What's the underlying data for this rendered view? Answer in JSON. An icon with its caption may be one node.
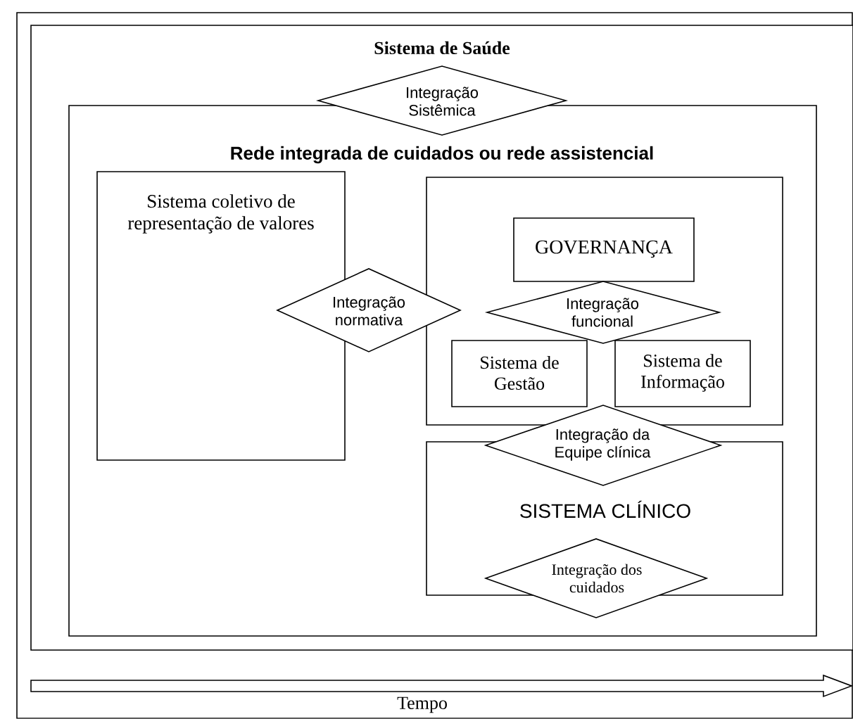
{
  "diagram": {
    "nodes": [
      {
        "text": [
          "Sistema de Saúde"
        ]
      },
      {
        "text": [
          "Integração Sistêmica"
        ],
        "in": 0
      },
      {
        "text": [
          "Rede integrada de cuidados ou rede assistencial"
        ],
        "in": 0
      },
      {
        "text": [
          "Sistema coletivo de representação de valores"
        ],
        "in": 2
      },
      {
        "text": [
          "Integração normativa"
        ],
        "in": 2
      },
      {
        "text": [],
        "shape": "box",
        "in": 2
      },
      {
        "text": [
          "GOVERNANÇA"
        ],
        "in": 5
      },
      {
        "text": [
          "Integração funcional"
        ],
        "in": 5
      },
      {
        "text": [
          "Sistema de Gestão"
        ],
        "in": 5
      },
      {
        "text": [
          "Sistema de Informação"
        ],
        "in": 5
      },
      {
        "text": [
          "Integração da Equipe clínica"
        ],
        "in": 2
      },
      {
        "text": [
          "SISTEMA CLÍNICO"
        ],
        "in": 2
      },
      {
        "text": [
          "Integração dos cuidados"
        ],
        "in": 2
      }
    ],
    "labels": [
      "Tempo"
    ]
  }
}
